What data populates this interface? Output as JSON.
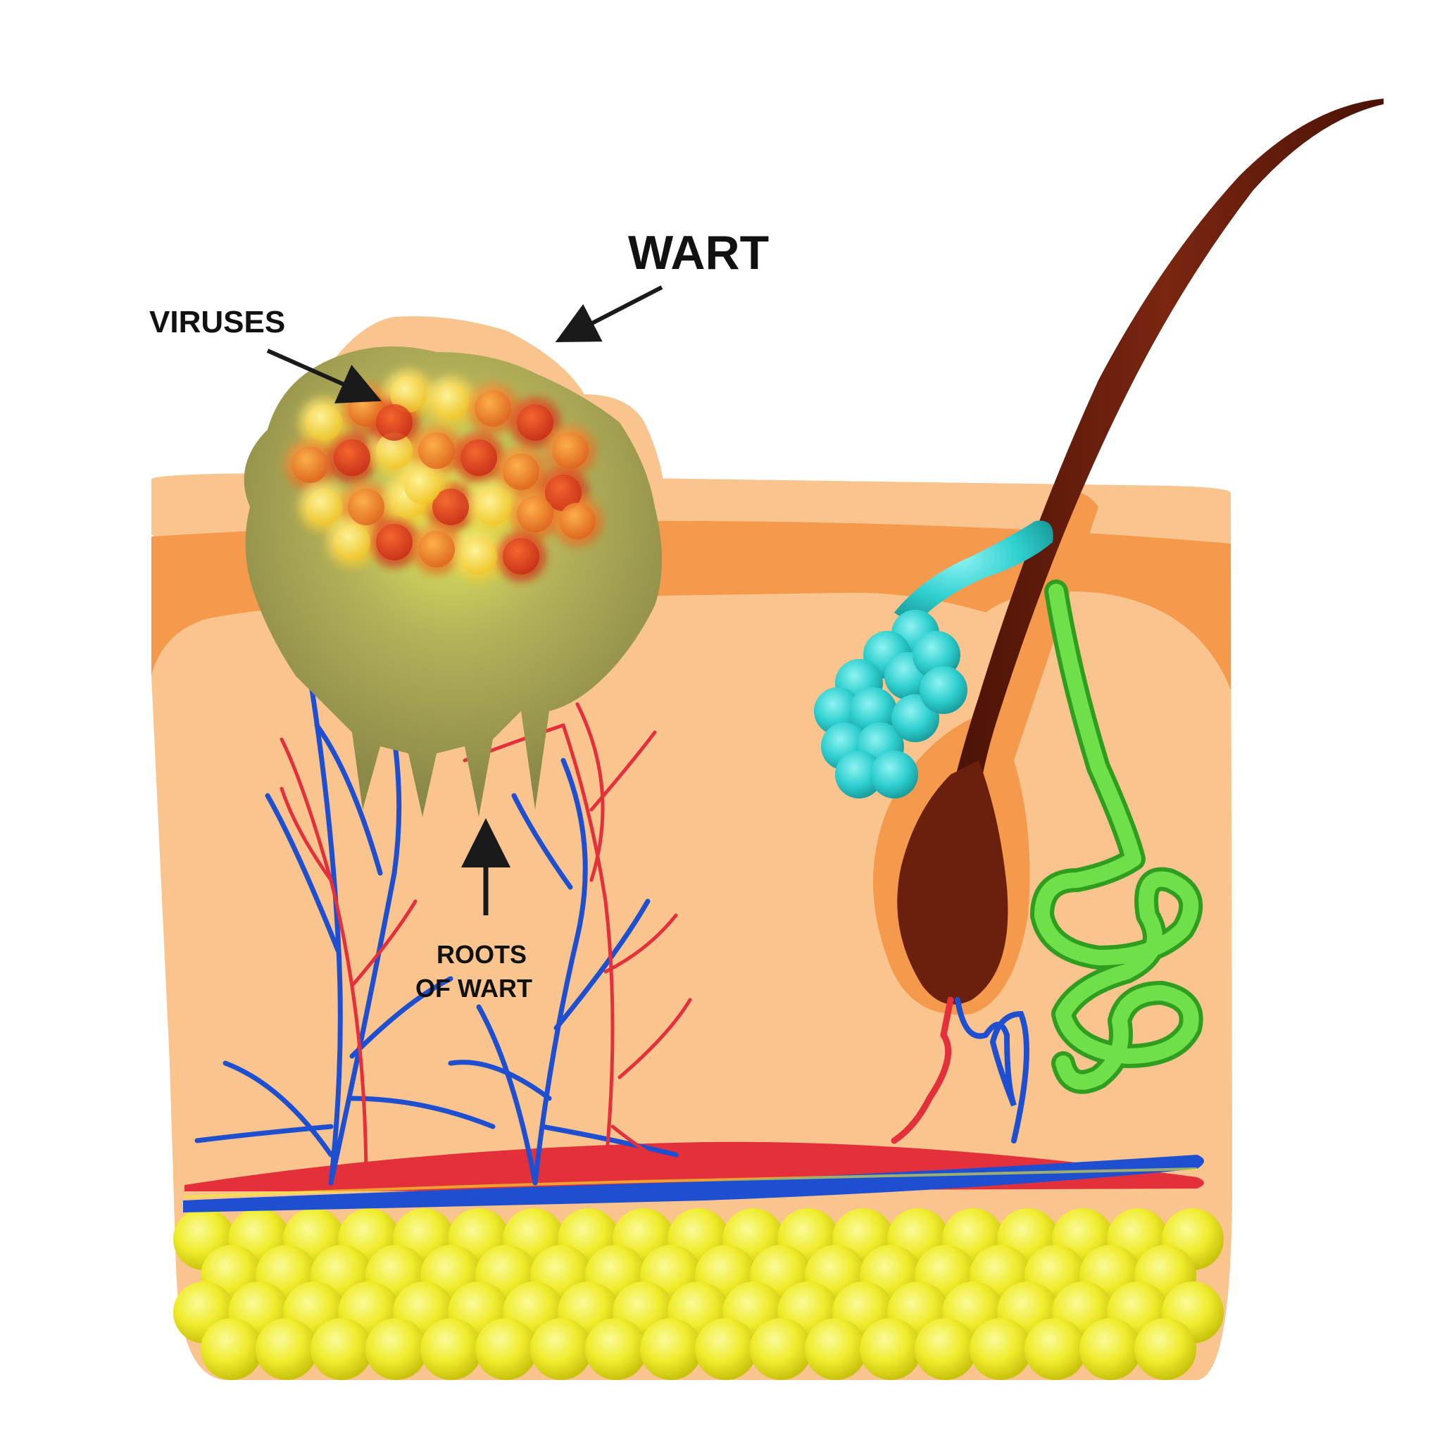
{
  "labels": {
    "wart": "WART",
    "viruses": "VIRUSES",
    "roots_line1": "ROOTS",
    "roots_line2": "OF WART"
  },
  "colors": {
    "background": "#ffffff",
    "dermis": "#f9c48d",
    "epidermis_band": "#f59a4c",
    "wart_body": "#a8a557",
    "virus_yellow": "#f2d52a",
    "virus_orange": "#e9731f",
    "virus_red": "#d8341a",
    "artery": "#e3303b",
    "vein": "#1f4fd1",
    "fat_cells": "#f2ee2a",
    "hair": "#6b1f0d",
    "sebaceous_gland": "#2fcfcf",
    "sweat_gland": "#5ad33a",
    "arrow": "#1a1a1a"
  },
  "icons": [
    "down-left-arrow-icon",
    "down-right-arrow-icon",
    "up-arrow-icon"
  ]
}
